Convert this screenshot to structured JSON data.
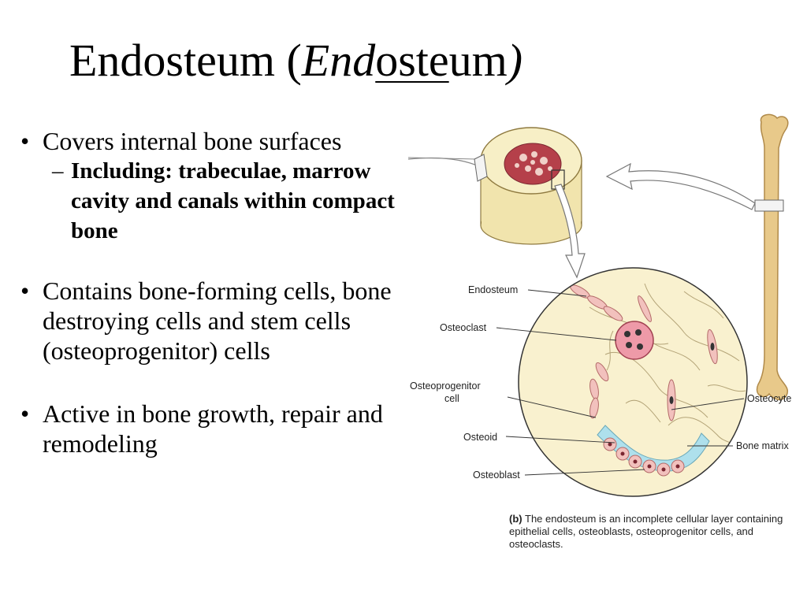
{
  "title": {
    "main": "Endosteum (",
    "part_end": "End",
    "part_oste": "oste",
    "part_um": "um",
    "close": ")"
  },
  "bullets": [
    {
      "text": "Covers internal bone surfaces",
      "sub": "Including: trabeculae, marrow cavity and canals within compact bone"
    },
    {
      "text": "Contains bone-forming cells, bone destroying cells and stem cells (osteoprogenitor) cells"
    },
    {
      "text": "Active in bone growth, repair and remodeling"
    }
  ],
  "figure": {
    "labels": {
      "endosteum": "Endosteum",
      "osteoclast": "Osteoclast",
      "osteoprogenitor_1": "Osteoprogenitor",
      "osteoprogenitor_2": "cell",
      "osteoid": "Osteoid",
      "osteoblast": "Osteoblast",
      "osteocyte": "Osteocyte",
      "bone_matrix": "Bone matrix"
    },
    "caption_prefix": "(b)",
    "caption_text": "The endosteum is an incomplete cellular layer containing epithelial cells, osteoblasts, osteoprogenitor cells, and osteoclasts.",
    "colors": {
      "bone": "#f6eec5",
      "marrow": "#b5404a",
      "cell": "#f2c1bd",
      "osteoid": "#aee0ec",
      "shaft": "#e8c98a"
    }
  }
}
